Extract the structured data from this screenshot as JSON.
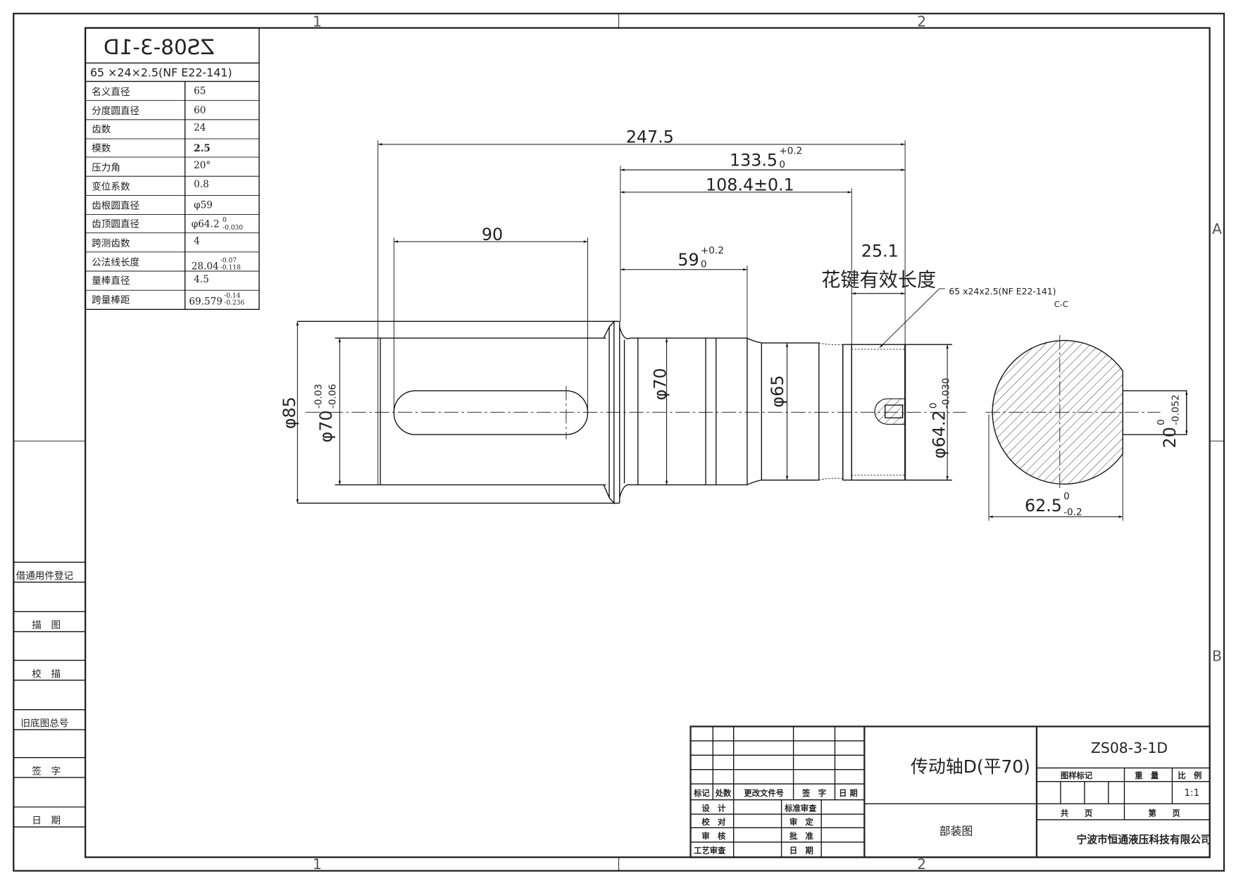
{
  "frame": {
    "zones_top": [
      "1",
      "2"
    ],
    "zones_bottom": [
      "1",
      "2"
    ],
    "zones_right": [
      "A",
      "B"
    ]
  },
  "side_strip": [
    "借通用件登记",
    "描　图",
    "校　描",
    "旧底图总号",
    "签　字",
    "日　期"
  ],
  "spec_table": {
    "mirrored_code": "ZS08-3-1D",
    "spline_spec": "65 ×24×2.5(NF  E22-141)",
    "rows": [
      {
        "label": "名义直径",
        "value": "65"
      },
      {
        "label": "分度圆直径",
        "value": "60"
      },
      {
        "label": "齿数",
        "value": "24"
      },
      {
        "label": "模数",
        "value": "2.5"
      },
      {
        "label": "压力角",
        "value": "20°"
      },
      {
        "label": "变位系数",
        "value": "0.8"
      },
      {
        "label": "齿根圆直径",
        "value": "φ59"
      },
      {
        "label": "齿顶圆直径",
        "value": "φ64.2",
        "tol_upper": "0",
        "tol_lower": "-0.030"
      },
      {
        "label": "跨测齿数",
        "value": "4"
      },
      {
        "label": "公法线长度",
        "value": "28.04",
        "tol_upper": "-0.07",
        "tol_lower": "-0.118"
      },
      {
        "label": "量棒直径",
        "value": "4.5"
      },
      {
        "label": "跨量棒距",
        "value": "69.579",
        "tol_upper": "-0.14",
        "tol_lower": "-0.236"
      }
    ]
  },
  "dimensions": {
    "overall": "247.5",
    "d133": {
      "value": "133.5",
      "upper": "+0.2",
      "lower": "0"
    },
    "d108": "108.4±0.1",
    "d90": "90",
    "d59": {
      "value": "59",
      "upper": "+0.2",
      "lower": "0"
    },
    "d25": "25.1",
    "spline_length_note": "花键有效长度",
    "phi85": "φ85",
    "phi70_tol": {
      "value": "φ70",
      "upper": "-0.03",
      "lower": "-0.06"
    },
    "phi70": "φ70",
    "phi65": "φ65",
    "phi64": {
      "value": "φ64.2",
      "upper": "0",
      "lower": "-0.030"
    },
    "spline_callout": "65 x24x2.5(NF  E22-141)",
    "section_label": "C-C",
    "section_width": {
      "value": "62.5",
      "upper": "0",
      "lower": "-0.2"
    },
    "section_key": {
      "value": "20",
      "upper": "0",
      "lower": "-0.052"
    }
  },
  "title_block": {
    "part_name": "传动轴D(平70)",
    "drawing_no": "ZS08-3-1D",
    "drawing_type": "部装图",
    "company": "宁波市恒通液压科技有限公司",
    "rev_headers": [
      "标记",
      "处数",
      "更改文件号",
      "签　字",
      "日 期"
    ],
    "sign_left": [
      "设　计",
      "校　对",
      "审　核",
      "工艺审查"
    ],
    "sign_right": [
      "标准审查",
      "审　定",
      "批　准",
      "日　期"
    ],
    "mark_label": "图样标记",
    "weight_label": "重　量",
    "scale_label": "比　例",
    "scale_value": "1:1",
    "total_pages": "共　　页",
    "page_no": "第　　页"
  }
}
